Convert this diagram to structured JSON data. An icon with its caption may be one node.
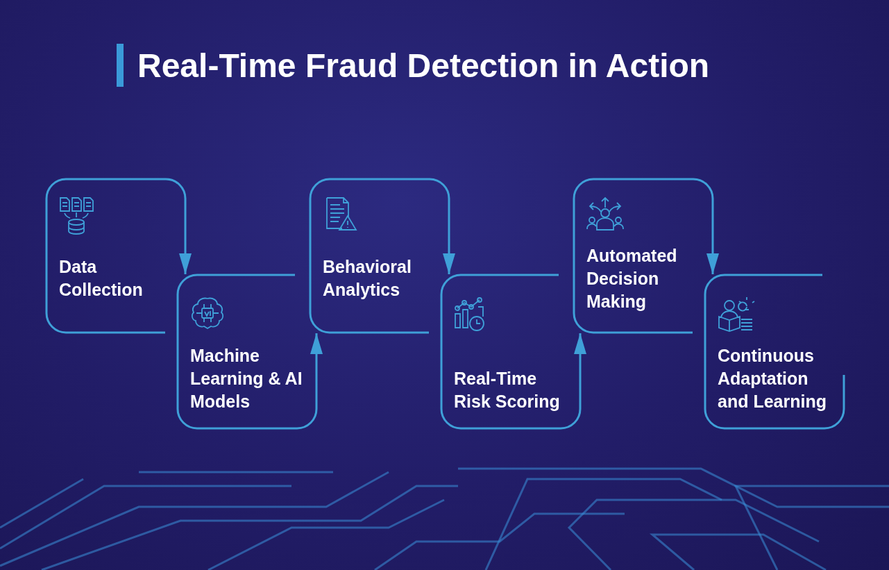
{
  "diagram": {
    "title": "Real-Time Fraud Detection in Action",
    "nodes": [
      {
        "text": [
          "Data Collection"
        ]
      },
      {
        "text": [
          "Machine Learning & AI Models"
        ]
      },
      {
        "text": [
          "Behavioral Analytics"
        ]
      },
      {
        "text": [
          "Real-Time Risk Scoring"
        ]
      },
      {
        "text": [
          "Automated Decision Making"
        ]
      },
      {
        "text": [
          "Continuous Adaptation and Learning"
        ]
      }
    ],
    "edges": [
      {
        "from": 0,
        "to": 1,
        "arrow": "to"
      },
      {
        "from": 1,
        "to": 2,
        "arrow": "to"
      },
      {
        "from": 2,
        "to": 3,
        "arrow": "to"
      },
      {
        "from": 3,
        "to": 4,
        "arrow": "to"
      },
      {
        "from": 4,
        "to": 5,
        "arrow": "to"
      }
    ]
  }
}
